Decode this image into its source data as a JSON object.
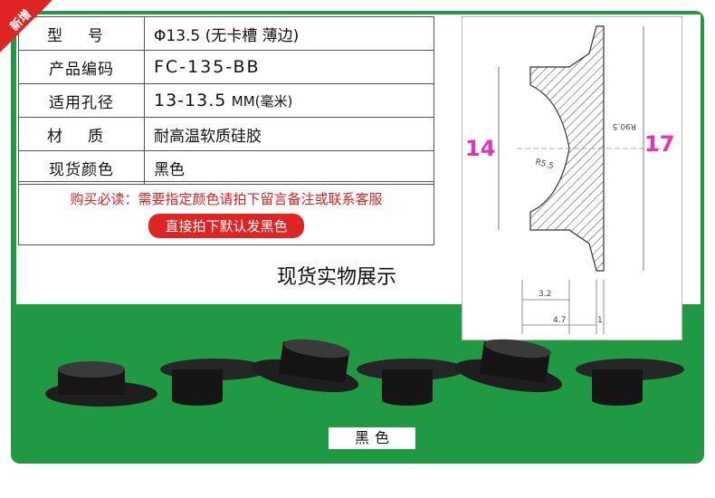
{
  "badge": {
    "text": "新增"
  },
  "specs": [
    {
      "key": "型号",
      "value": "Φ13.5 (无卡槽 薄边)"
    },
    {
      "key": "产品编码",
      "value": "FC-135-BB"
    },
    {
      "key": "适用孔径",
      "value": "13-13.5",
      "unit": "MM(毫米)"
    },
    {
      "key": "材质",
      "value": "耐高温软质硅胶"
    },
    {
      "key": "现货颜色",
      "value": "黑色"
    }
  ],
  "notice": "购买必读：需要指定颜色请拍下留言备注或联系客服",
  "default_color_note": "直接拍下默认发黑色",
  "showcase_title": "现货实物展示",
  "drawing": {
    "height_left": "14",
    "height_right": "17",
    "dim_bottom_1": "3.2",
    "dim_bottom_2": "4.7",
    "dim_bottom_3": "1",
    "radius_1": "R5.5",
    "radius_2": "R90.5"
  },
  "photo_label": "黑色",
  "colors": {
    "frame": "#1f9a43",
    "accent": "#e02424",
    "dimension": "#e830c0"
  }
}
